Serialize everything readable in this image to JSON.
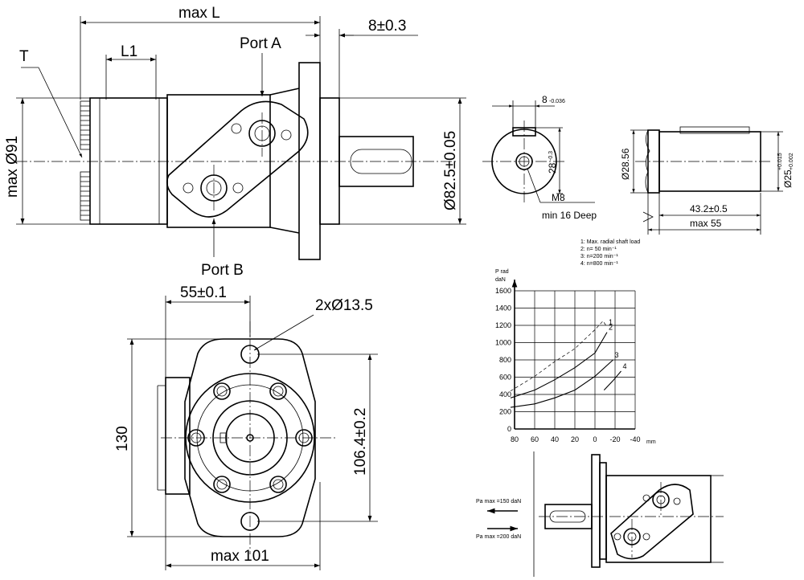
{
  "labels": {
    "max_l": "max L",
    "pm_8": "8±0.3",
    "t": "T",
    "l1": "L1",
    "port_a": "Port A",
    "port_b": "Port B",
    "max_d91": "max Ø91",
    "d82": "Ø82.5±0.05",
    "w55": "55±0.1",
    "holes": "2xØ13.5",
    "h130": "130",
    "h106": "106.4±0.2",
    "max101": "max 101",
    "key8": "8",
    "key8_tol": "-0.036",
    "h28": "28",
    "h28_tol": "-0.3",
    "m8": "M8",
    "m8_deep": "min 16 Deep",
    "d2856": "Ø28.56",
    "d25": "Ø25",
    "d25_tol_up": "+0.015",
    "d25_tol_dn": "+0.002",
    "len432": "43.2±0.5",
    "max55": "max 55"
  },
  "pa": {
    "p150": "Pa max =150 daN",
    "p200": "Pa max =200 daN"
  },
  "chart_data": {
    "type": "line",
    "title": "",
    "legend": [
      "1: Max. radial shaft load",
      "2: n= 50 min⁻¹",
      "3: n=200 min⁻¹",
      "4: n=800 min⁻¹"
    ],
    "ylabel": "P rad",
    "yunit": "daN",
    "xlabel": "mm",
    "y_ticks": [
      "1600",
      "1400",
      "1200",
      "1000",
      "800",
      "600",
      "400",
      "200",
      "0"
    ],
    "x_ticks": [
      "80",
      "60",
      "40",
      "20",
      "0",
      "-20",
      "-40"
    ],
    "xlim": [
      80,
      -40
    ],
    "ylim": [
      0,
      1600
    ],
    "series": [
      {
        "name": "1",
        "dashed": true,
        "x": [
          84,
          60,
          40,
          20,
          0,
          -8,
          -12
        ],
        "y": [
          440,
          610,
          780,
          930,
          1150,
          1250,
          1180
        ]
      },
      {
        "name": "2",
        "dashed": false,
        "x": [
          84,
          60,
          40,
          20,
          0,
          -12
        ],
        "y": [
          360,
          450,
          570,
          710,
          880,
          1120
        ]
      },
      {
        "name": "3",
        "dashed": false,
        "x": [
          84,
          60,
          40,
          20,
          0,
          -18
        ],
        "y": [
          250,
          290,
          360,
          450,
          610,
          800
        ]
      },
      {
        "name": "4",
        "dashed": false,
        "x": [
          -9,
          -18,
          -26
        ],
        "y": [
          450,
          560,
          670
        ]
      }
    ],
    "series_labels": [
      "1",
      "2",
      "3",
      "4"
    ]
  }
}
